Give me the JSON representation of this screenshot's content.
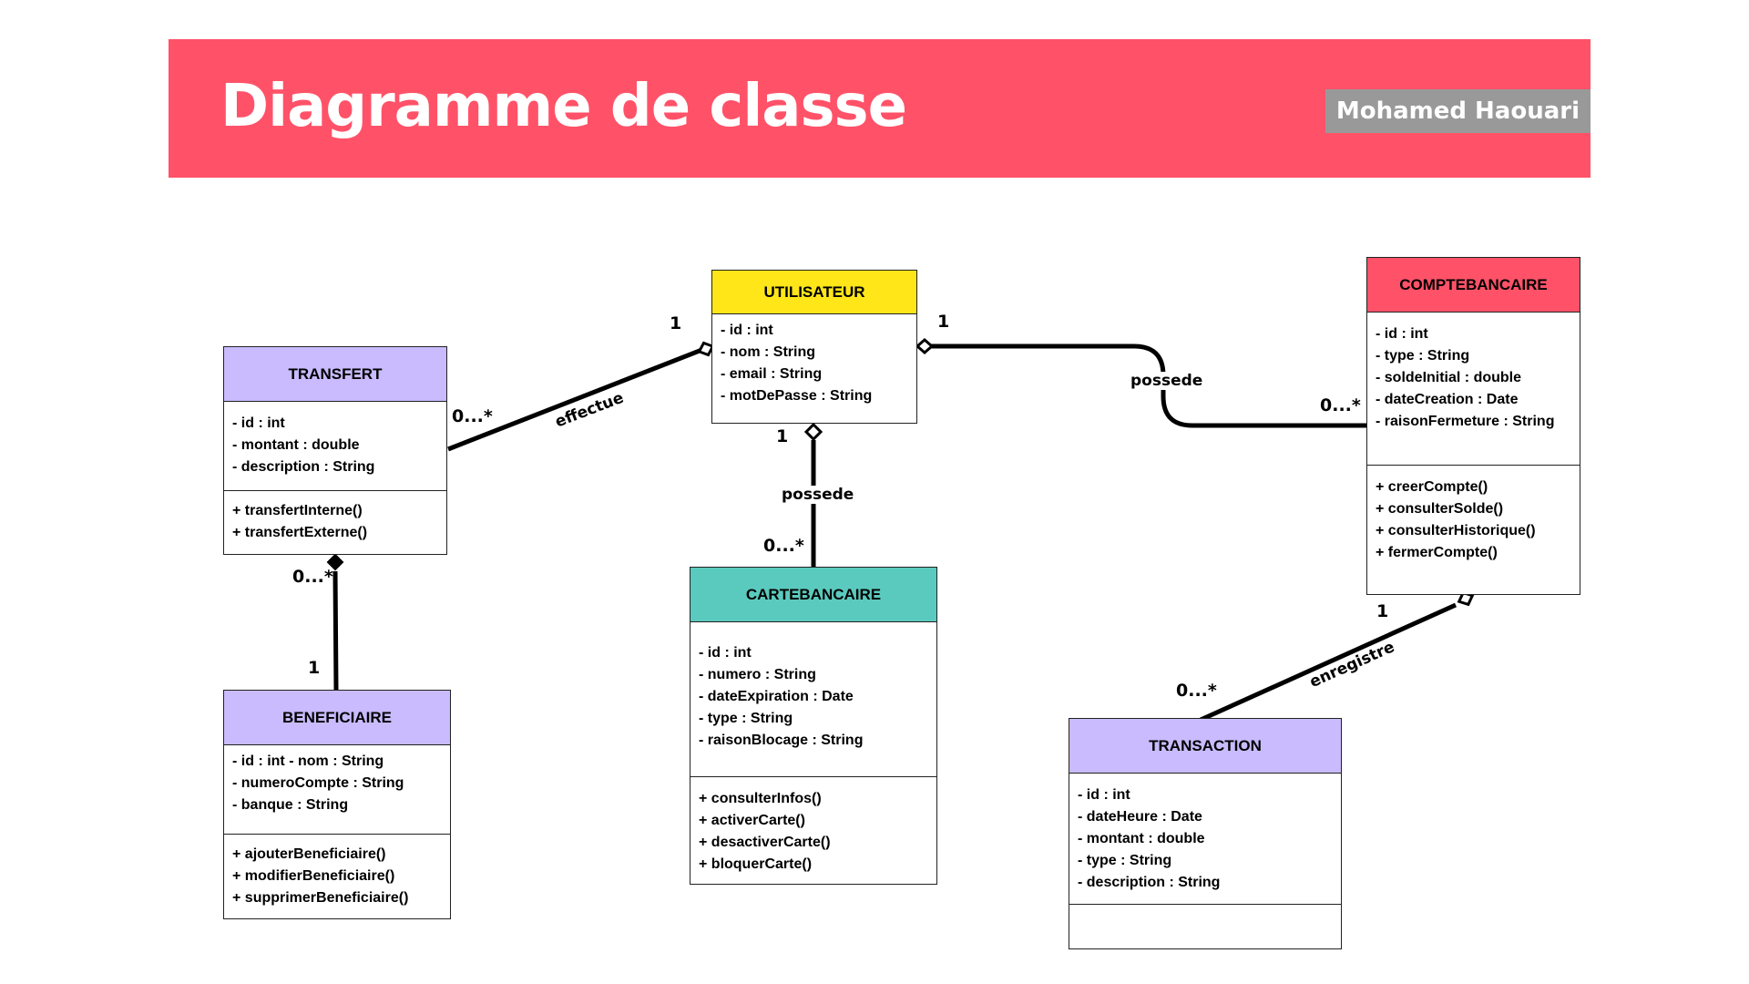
{
  "header": {
    "title": "Diagramme de classe",
    "author": "Mohamed Haouari"
  },
  "classes": {
    "utilisateur": {
      "name": "UTILISATEUR",
      "color": "#ffe619",
      "attributes": [
        "- id : int",
        "- nom : String",
        "- email : String",
        "- motDePasse : String"
      ],
      "methods": []
    },
    "transfert": {
      "name": "TRANSFERT",
      "color": "#c9bbfd",
      "attributes": [
        " - id : int",
        "- montant : double",
        "- description : String"
      ],
      "methods": [
        " + transfertInterne()",
        "+ transfertExterne()"
      ]
    },
    "comptebancaire": {
      "name": "COMPTEBANCAIRE",
      "color": "#ff5268",
      "attributes": [
        "- id : int",
        "- type : String",
        "- soldeInitial : double",
        "- dateCreation : Date",
        "- raisonFermeture : String"
      ],
      "methods": [
        "+ creerCompte()",
        "+ consulterSolde()",
        "+ consulterHistorique()",
        "+ fermerCompte()"
      ]
    },
    "cartebancaire": {
      "name": "CARTEBANCAIRE",
      "color": "#5bcabe",
      "attributes": [
        " - id : int",
        "- numero : String",
        "- dateExpiration : Date",
        "- type : String",
        "- raisonBlocage : String"
      ],
      "methods": [
        "+ consulterInfos()",
        "+ activerCarte()",
        "+ desactiverCarte()",
        "+ bloquerCarte()"
      ]
    },
    "beneficiaire": {
      "name": "BENEFICIAIRE",
      "color": "#c9bbfd",
      "attributes": [
        "- id : int - nom : String",
        "- numeroCompte : String",
        "- banque : String"
      ],
      "methods": [
        "+ ajouterBeneficiaire()",
        "+ modifierBeneficiaire()",
        "+ supprimerBeneficiaire()"
      ]
    },
    "transaction": {
      "name": "TRANSACTION",
      "color": "#c9bbfd",
      "attributes": [
        " - id : int",
        "- dateHeure : Date",
        "- montant : double",
        "- type : String",
        "- description : String"
      ],
      "methods": []
    }
  },
  "relations": {
    "effectue": {
      "label": "effectue",
      "from_mult": "0...*",
      "to_mult": "1"
    },
    "possede_compte": {
      "label": "possede",
      "from_mult": "1",
      "to_mult": "0...*"
    },
    "possede_carte": {
      "label": "possede",
      "from_mult": "1",
      "to_mult": "0...*"
    },
    "beneficiaire": {
      "from_mult": "0...*",
      "to_mult": "1"
    },
    "enregistre": {
      "label": "enregistre",
      "from_mult": "1",
      "to_mult": "0...*"
    }
  }
}
